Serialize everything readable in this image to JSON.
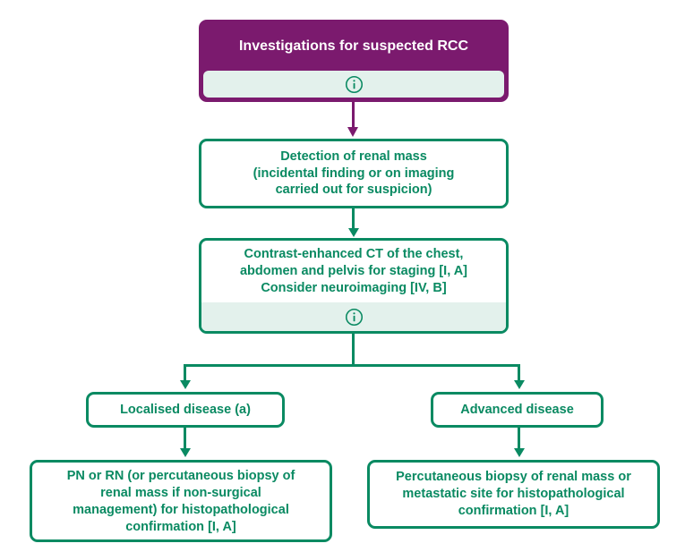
{
  "diagram": {
    "title_node": {
      "label": "Investigations for suspected RCC",
      "info_icon": "info-icon"
    },
    "nodes": [
      {
        "id": "detection",
        "label": "Detection of renal mass\n(incidental finding or on imaging\ncarried out for suspicion)"
      },
      {
        "id": "ct-staging",
        "label": "Contrast-enhanced CT of the chest,\nabdomen and pelvis for staging [I, A]\nConsider neuroimaging [IV, B]",
        "info_icon": "info-icon"
      },
      {
        "id": "localised-disease",
        "label": "Localised disease (a)"
      },
      {
        "id": "advanced-disease",
        "label": "Advanced disease"
      },
      {
        "id": "localised-treatment",
        "label": "PN or RN (or percutaneous biopsy of\nrenal mass if non-surgical\nmanagement) for histopathological\nconfirmation [I, A]"
      },
      {
        "id": "advanced-treatment",
        "label": "Percutaneous biopsy of renal mass or\nmetastatic site for histopathological\nconfirmation [I, A]"
      }
    ],
    "colors": {
      "purple": "#7B1A6E",
      "green": "#0A8A62",
      "info_bar_bg": "#E3F1EC",
      "box_bg": "#FFFFFF",
      "title_text": "#FFFFFF",
      "page_bg": "#FFFFFF"
    }
  }
}
